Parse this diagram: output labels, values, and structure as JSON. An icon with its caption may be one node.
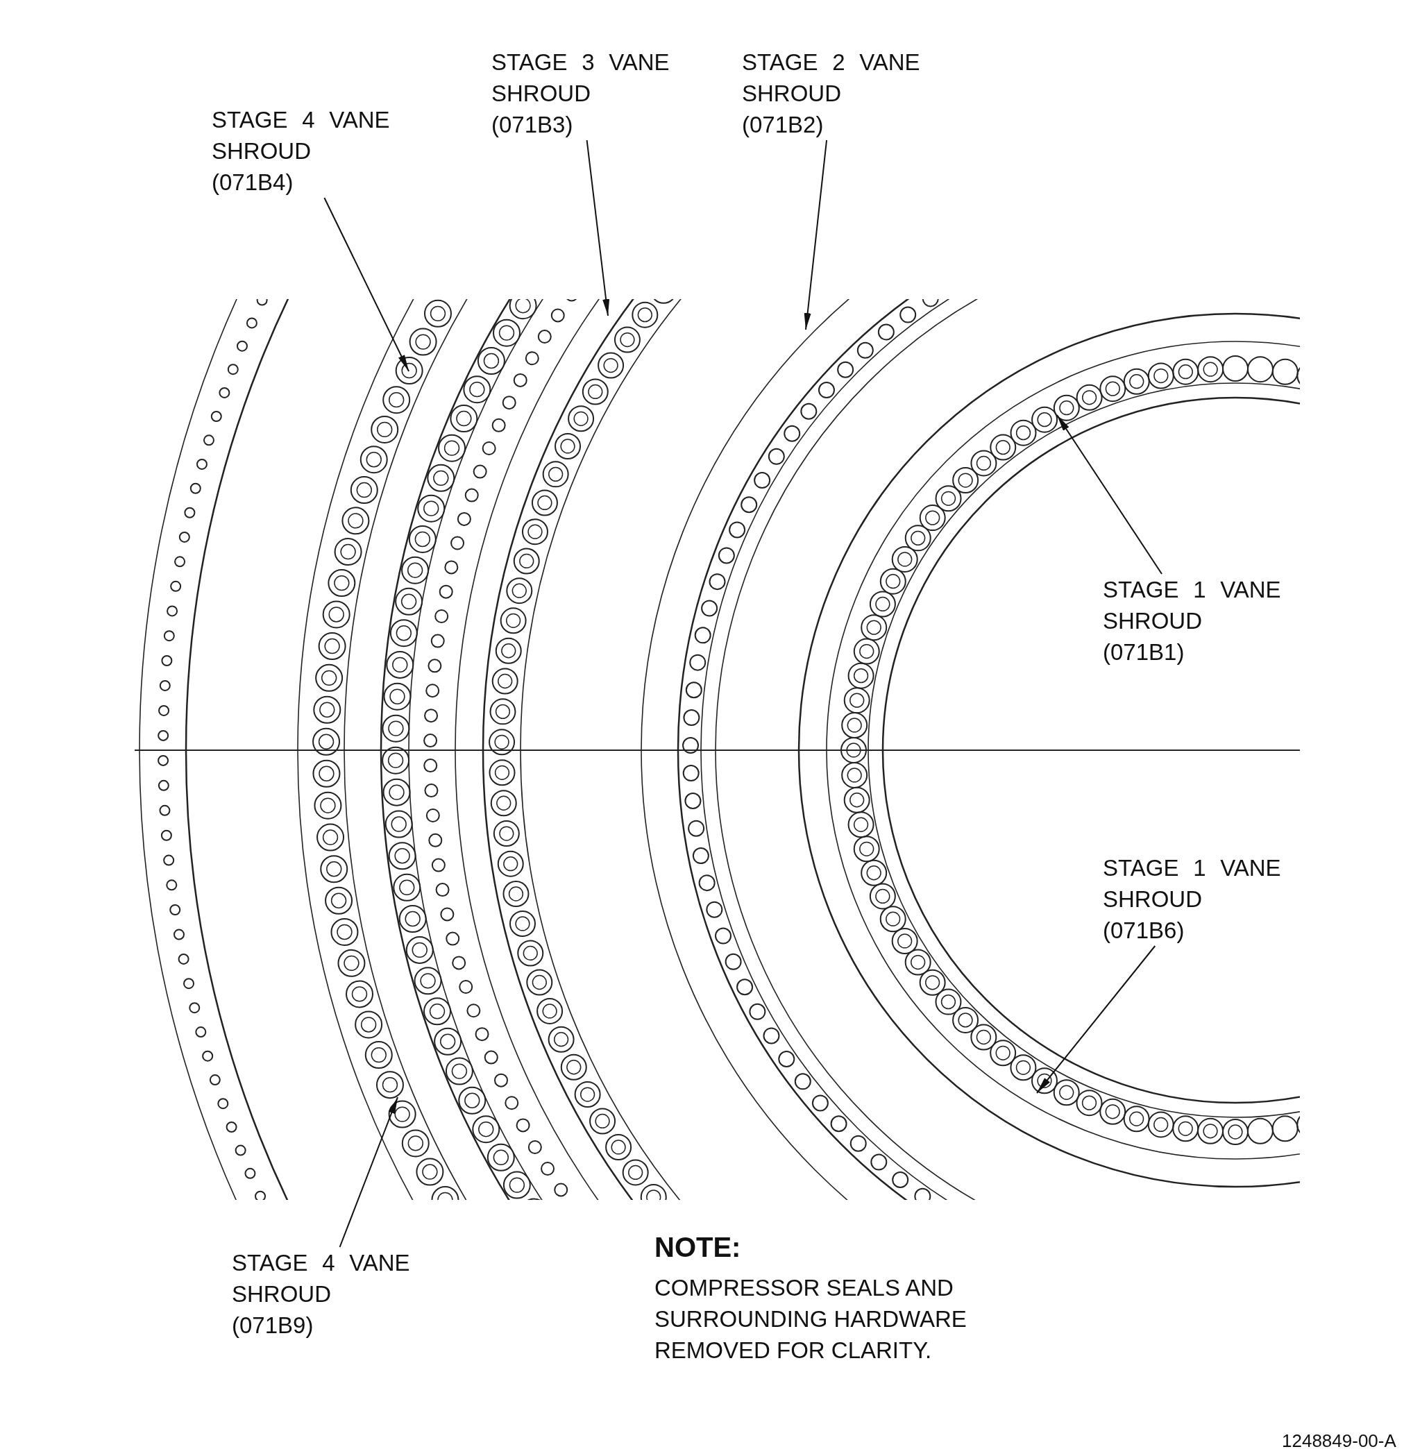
{
  "diagram": {
    "nodes": [
      {
        "text": [
          "STAGE 4 VANE SHROUD (071B4)"
        ]
      },
      {
        "text": [
          "STAGE 3 VANE SHROUD (071B3)"
        ]
      },
      {
        "text": [
          "STAGE 2 VANE SHROUD (071B2)"
        ]
      },
      {
        "text": [
          "STAGE 1 VANE SHROUD (071B1)"
        ]
      },
      {
        "text": [
          "STAGE 1 VANE SHROUD (071B6)"
        ]
      },
      {
        "text": [
          "STAGE 4 VANE SHROUD (071B9)"
        ]
      }
    ],
    "edges": [
      {
        "from": 0,
        "to": null,
        "arrow": "to"
      },
      {
        "from": 1,
        "to": null,
        "arrow": "to"
      },
      {
        "from": 2,
        "to": null,
        "arrow": "to"
      },
      {
        "from": 3,
        "to": null,
        "arrow": "to"
      },
      {
        "from": 4,
        "to": null,
        "arrow": "to"
      },
      {
        "from": 5,
        "to": null,
        "arrow": "to"
      }
    ],
    "labels": [
      "NOTE:",
      "COMPRESSOR SEALS AND SURROUNDING HARDWARE REMOVED FOR CLARITY.",
      "1248849-00-A"
    ]
  }
}
